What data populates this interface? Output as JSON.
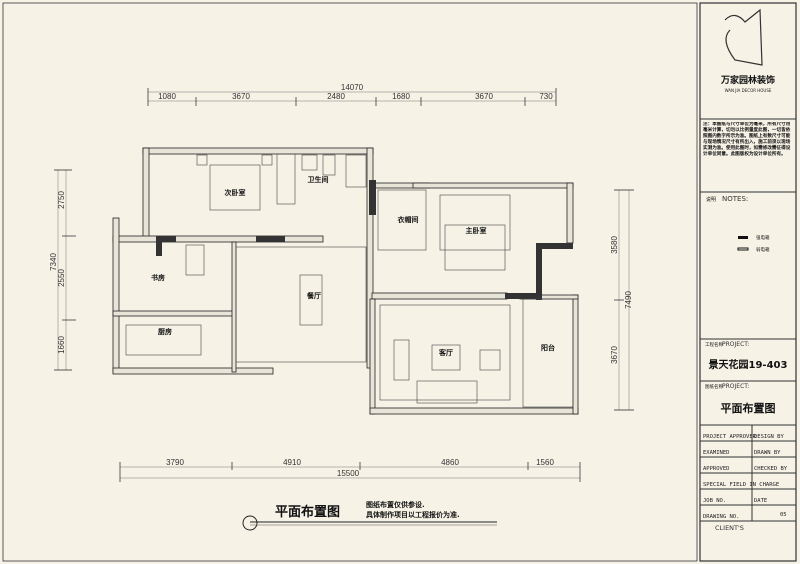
{
  "drawing": {
    "dimensions_top": {
      "total": "14070",
      "segments": [
        "1080",
        "3670",
        "2480",
        "1680",
        "3670",
        "730"
      ]
    },
    "dimensions_bottom": {
      "total": "15500",
      "segments": [
        "3790",
        "4910",
        "4860",
        "1560"
      ]
    },
    "dimensions_left": {
      "total": "7340",
      "segments": [
        "2750",
        "2550",
        "1660"
      ]
    },
    "dimensions_right": {
      "total": "7490",
      "segments": [
        "3580",
        "3670"
      ]
    },
    "rooms": {
      "second_bedroom": "次卧室",
      "bathroom": "卫生间",
      "study": "书房",
      "dining": "餐厅",
      "kitchen": "厨房",
      "cloakroom": "衣帽间",
      "master_bedroom": "主卧室",
      "living": "客厅",
      "balcony": "阳台"
    },
    "title": "平面布置图",
    "note_line1": "图纸布置仅供参设.",
    "note_line2": "具体制作项目以工程报价为准."
  },
  "title_block": {
    "logo_text": "万家园林装饰",
    "company_sub": "WAN JIA DECOR HOUSE",
    "notes_cn": "注：本图纸与尺寸单位为毫米，所有尺寸用毫米计算，切勿以比例量度此图，一切皆依照图内数字所示为准。图纸上有数尺寸可能与现场情况尺寸有所出入，施工前须以现场实测为准。使用此图时，如需修改需征得设计单位同意。此图版权为设计单位所有。",
    "notes_label": "说明",
    "notes_heading": "NOTES:",
    "legend": [
      "强电箱",
      "弱电箱"
    ],
    "project_label_cn": "工程名称",
    "project_label": "PROJECT:",
    "project_name": "景天花园19-403",
    "drawing_label_cn": "图纸名称",
    "drawing_label": "PROJECT:",
    "drawing_name": "平面布置图",
    "rows": [
      [
        "PROJECT APPROVER",
        "DESIGN BY"
      ],
      [
        "EXAMINED",
        "DRAWN BY"
      ],
      [
        "APPROVED",
        "CHECKED BY"
      ],
      [
        "SPECIAL FIELD IN CHARGE",
        ""
      ],
      [
        "JOB NO.",
        "DATE"
      ],
      [
        "DRAWING NO.",
        "05"
      ]
    ],
    "client": "CLIENT'S"
  }
}
